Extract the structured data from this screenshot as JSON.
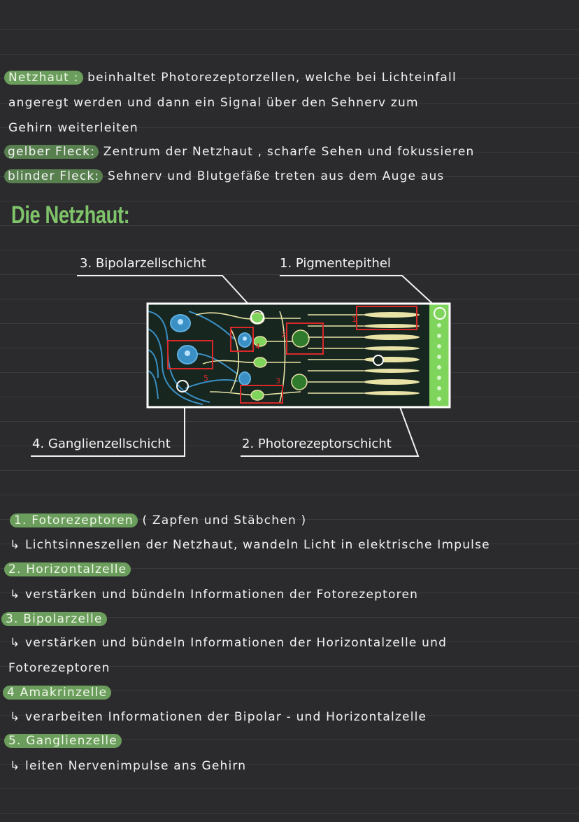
{
  "intro": {
    "netzhaut_term": "Netzhaut :",
    "netzhaut_text1": "beinhaltet Photorezeptorzellen, welche bei Lichteinfall",
    "netzhaut_text2": "angeregt werden und dann ein Signal über den Sehnerv zum",
    "netzhaut_text3": "Gehirn weiterleiten",
    "gelber_term": "gelber Fleck:",
    "gelber_text": "Zentrum der Netzhaut , scharfe Sehen und fokussieren",
    "blinder_term": "blinder Fleck:",
    "blinder_text": "Sehnerv und Blutgefäße treten aus dem Auge aus"
  },
  "heading": "Die Netzhaut:",
  "diagram": {
    "label_bipolar": "3. Bipolarzellschicht",
    "label_pigment": "1. Pigmentepithel",
    "label_ganglion": "4. Ganglienzellschicht",
    "label_photo": "2. Photorezeptorschicht",
    "box_numbers": [
      "1",
      "2",
      "3",
      "4",
      "5"
    ],
    "colors": {
      "outline": "#ffffff",
      "box": "#d8282a",
      "blue_cells": "#3a8fc4",
      "green_cells": "#7fd45c",
      "dark_green": "#2f7a2c",
      "cream": "#e8e2a6"
    }
  },
  "list": {
    "item1_term": "1. Fotorezeptoren",
    "item1_extra": "( Zapfen und Stäbchen )",
    "item1_desc": "↳ Lichtsinneszellen der Netzhaut, wandeln Licht in elektrische Impulse",
    "item2_term": "2. Horizontalzelle",
    "item2_desc": "↳ verstärken und bündeln Informationen der Fotorezeptoren",
    "item3_term": "3. Bipolarzelle",
    "item3_desc": "↳ verstärken und bündeln Informationen der Horizontalzelle und",
    "item3_desc2": "Fotorezeptoren",
    "item4_term": "4 Amakrinzelle",
    "item4_desc": "↳ verarbeiten Informationen der Bipolar - und Horizontalzelle",
    "item5_term": "5. Ganglienzelle",
    "item5_desc": "↳ leiten Nervenimpulse ans Gehirn"
  }
}
